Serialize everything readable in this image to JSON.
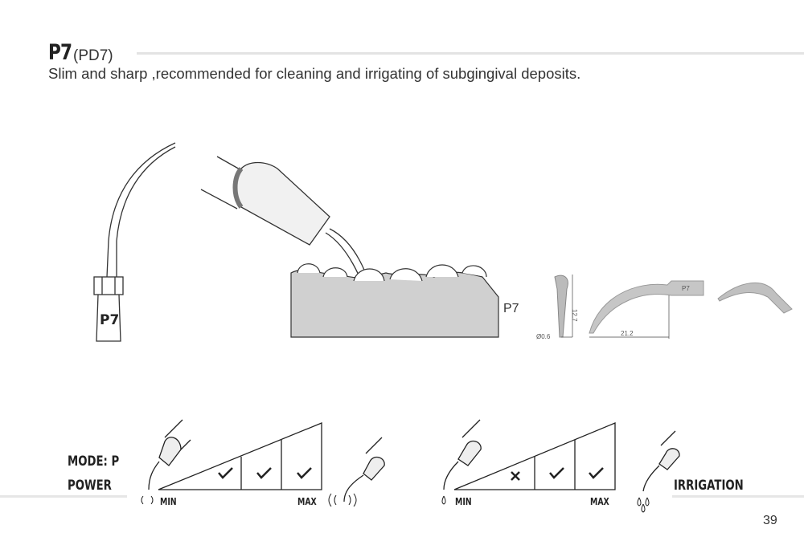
{
  "header": {
    "code": "P7",
    "alt_code": "(PD7)",
    "description": "Slim and sharp ,recommended for cleaning and irrigating of subgingival deposits."
  },
  "illustration": {
    "tip_engraving": "P7",
    "model_label": "P7",
    "dimensions": {
      "length": "12.7",
      "diameter": "Ø0.6",
      "reach": "21.2"
    },
    "shank_marking": "P7"
  },
  "settings": {
    "mode_label": "MODE: P",
    "power": {
      "label": "POWER",
      "min": "MIN",
      "max": "MAX",
      "levels": [
        "blank",
        "check",
        "check",
        "check"
      ]
    },
    "irrigation": {
      "label": "IRRIGATION",
      "min": "MIN",
      "max": "MAX",
      "levels": [
        "blank",
        "cross",
        "check",
        "check"
      ]
    }
  },
  "footer": {
    "page_number": "39"
  }
}
